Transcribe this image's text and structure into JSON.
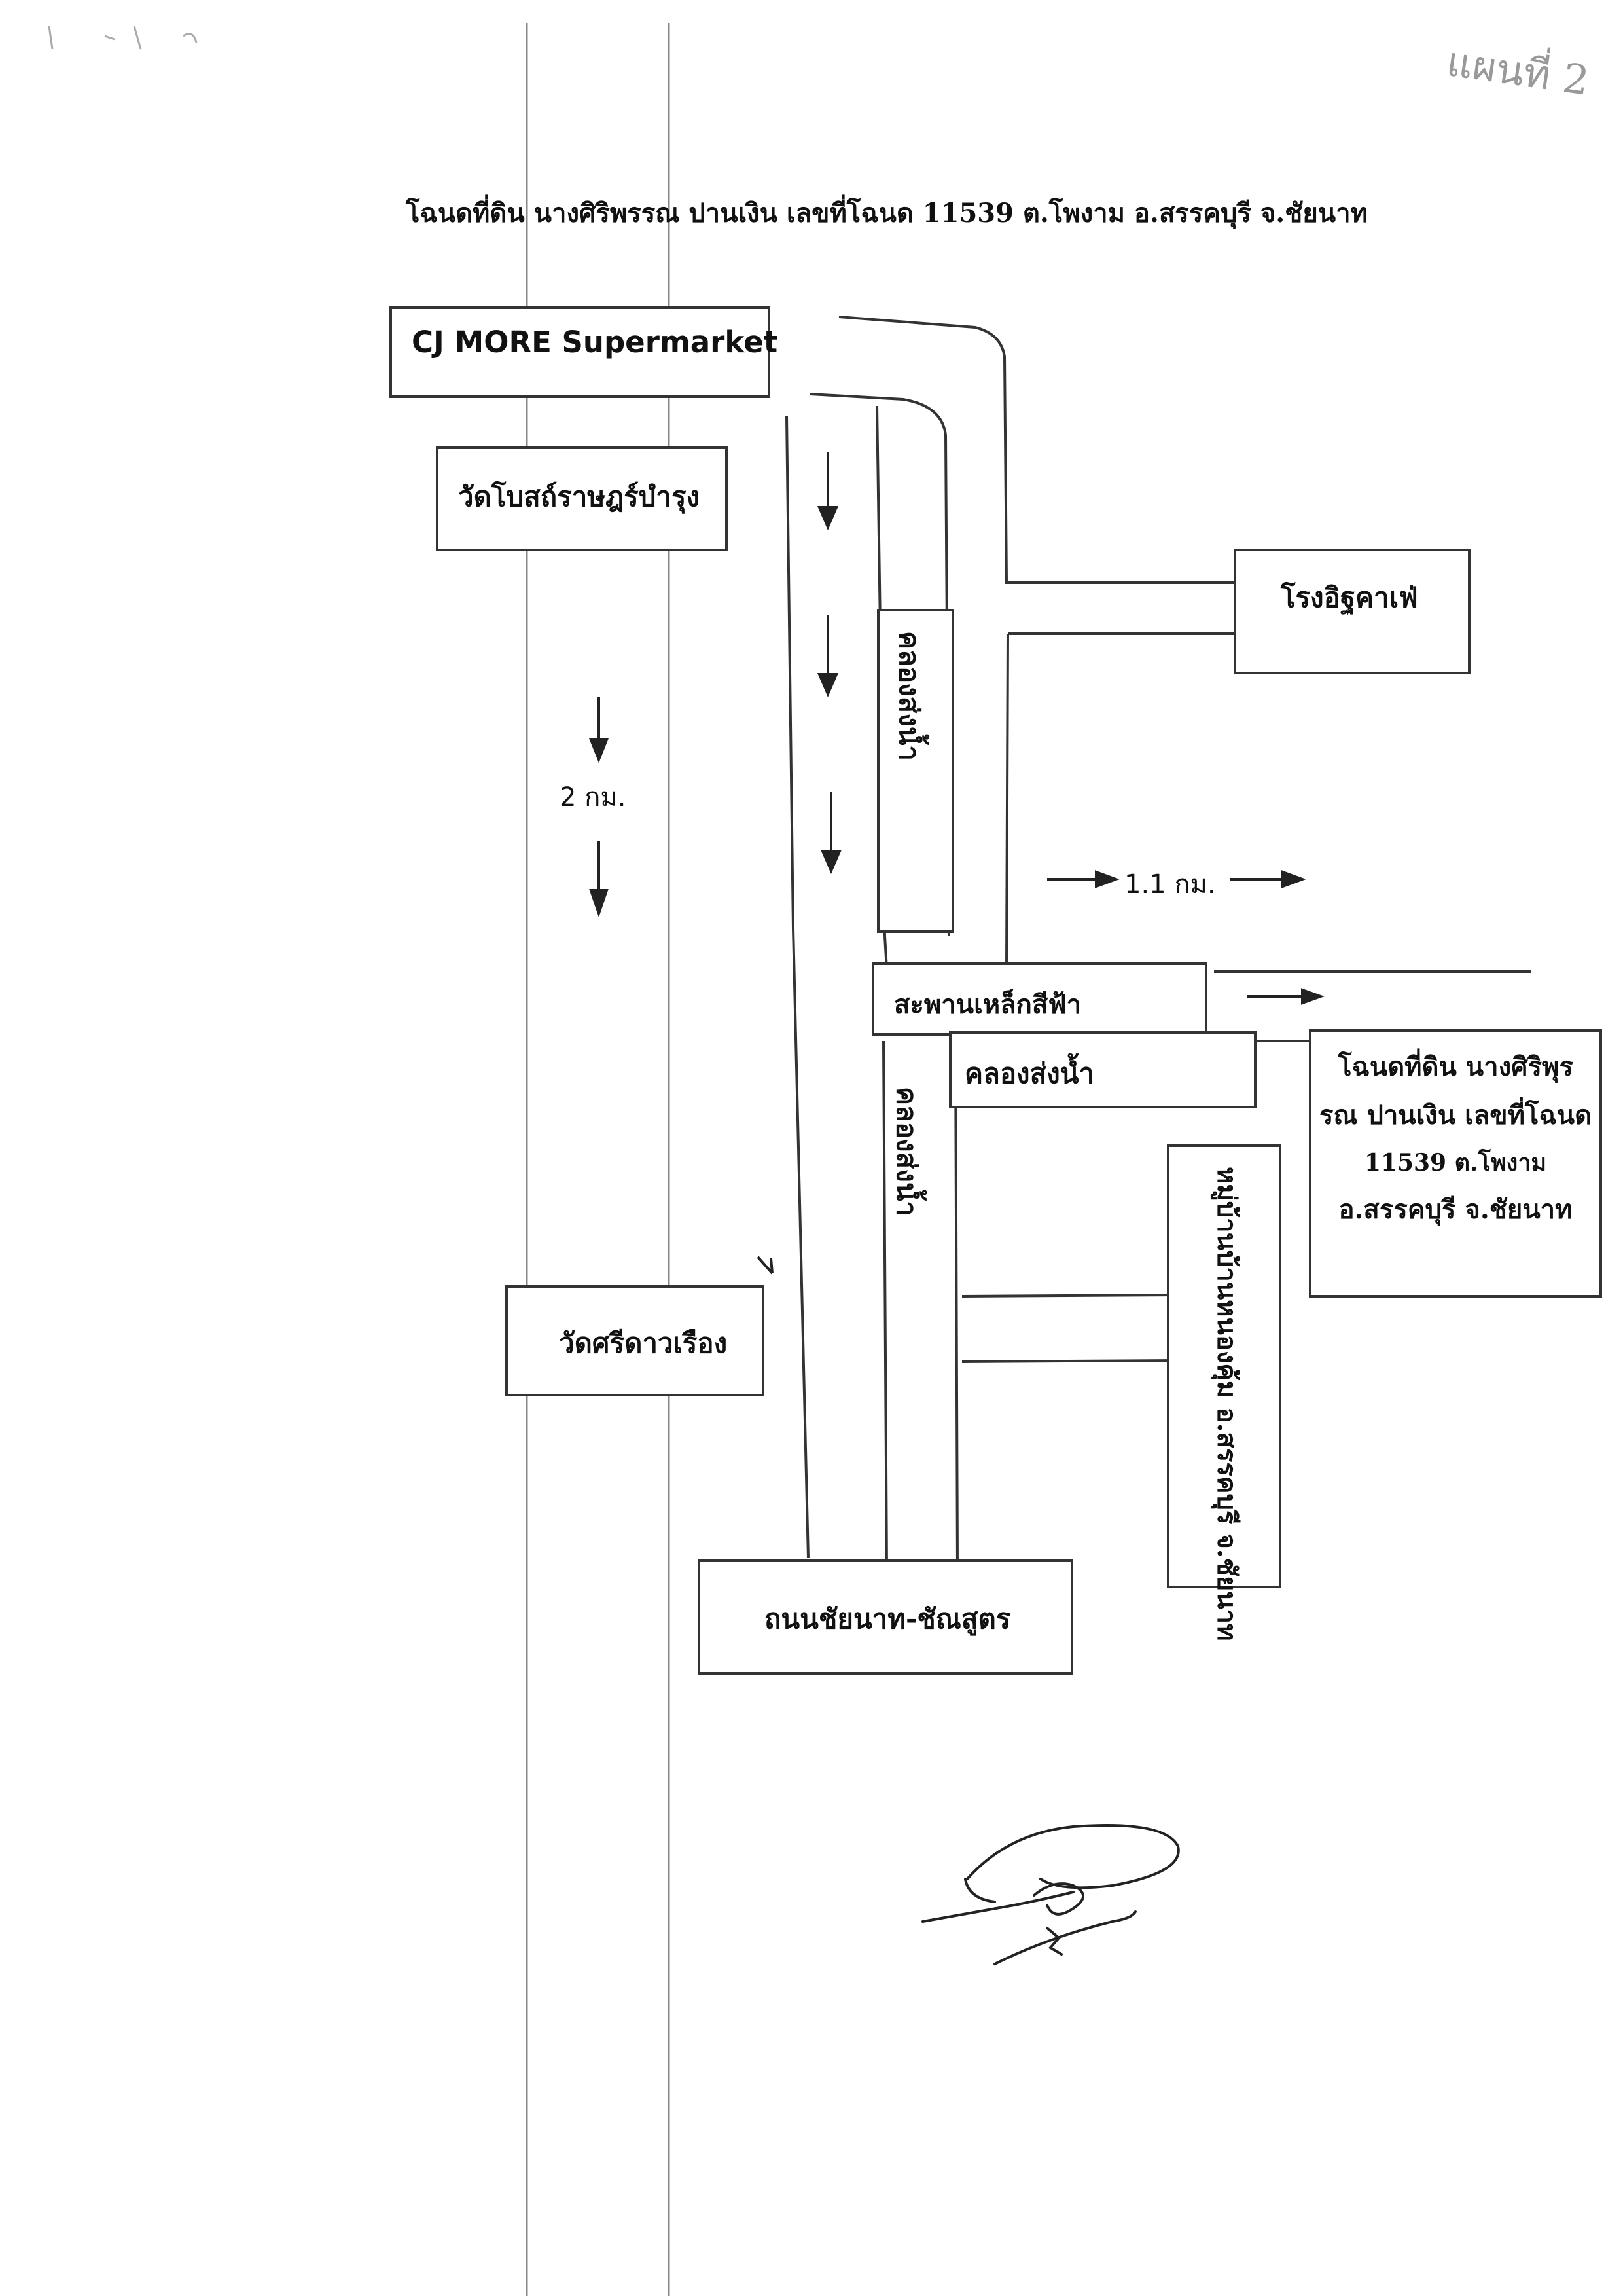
{
  "title": "โฉนดที่ดิน นางศิริพรรณ ปานเงิน เลขที่โฉนด 11539  ต.โพงาม อ.สรรคบุรี จ.ชัยนาท",
  "corner_note": "แผนที่ 2",
  "landmarks": {
    "cj_more": "CJ MORE Supermarket",
    "wat_bot": "วัดโบสถ์ราษฎร์บำรุง",
    "cafe": "โรงอิฐคาเฟ่",
    "wat_sri": "วัดศรีดาวเรือง",
    "road": "ถนนชัยนาท-ชัณสูตร",
    "bridge": "สะพานเหล็กสีฟ้า",
    "canal_upper": "คลองส่งน้ำ",
    "canal_lower": "คลองส่งน้ำ",
    "canal_branch": "คลองส่งน้ำ",
    "village": "หมู่บ้านบ้านหนองคุ้ม อ.สรรคบุรี จ.ชัยนาท"
  },
  "distances": {
    "south": "2 กม.",
    "east": "1.1 กม."
  },
  "owner_box": {
    "lines": [
      "โฉนดที่ดิน นางศิริพุร",
      "รณ ปานเงิน เลขที่โฉนด",
      "11539 ต.โพงาม",
      "อ.สรรคบุรี จ.ชัยนาท"
    ]
  },
  "colors": {
    "ink": "#111111",
    "box_border": "#333333",
    "guide_line": "#888888"
  }
}
